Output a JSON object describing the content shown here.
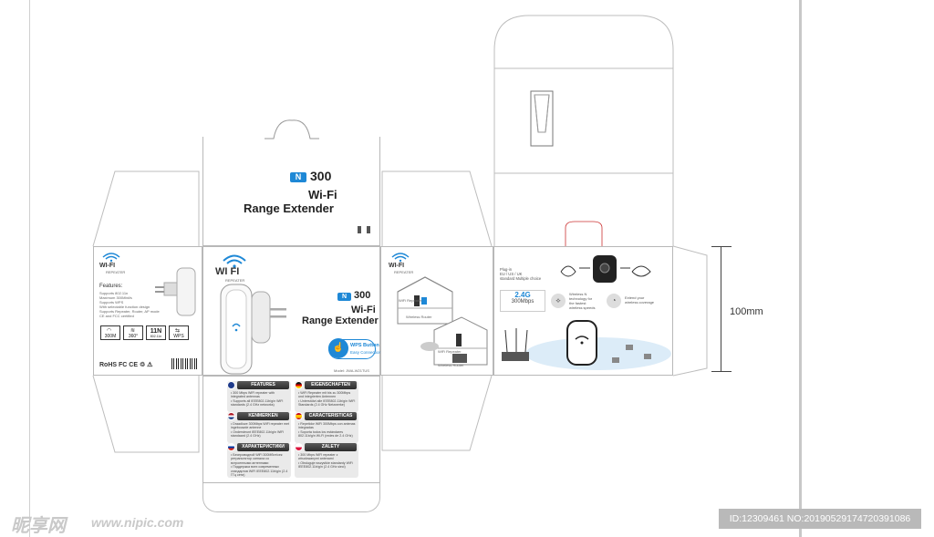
{
  "front": {
    "n_badge": "N",
    "model_number": "300",
    "title_line1": "Wi-Fi",
    "title_line2": "Range Extender"
  },
  "main_panel": {
    "logo_text": "WI FI",
    "logo_sub": "REPEATER",
    "n_badge": "N",
    "model_number": "300",
    "title_line1": "Wi-Fi",
    "title_line2": "Range Extender",
    "wps_title": "WPS Button",
    "wps_sub": "Easy Connection"
  },
  "left_side": {
    "logo_text": "WI-FI",
    "logo_sub": "REPEATER",
    "features_title": "Features:",
    "features": [
      "Supports 802.11n",
      "Maximum 300Mbit/s",
      "Supports WPS",
      "With selectable function design",
      "Supports Repeater, Router, AP mode",
      "CE and FCC certified"
    ],
    "stats": [
      {
        "value": "300M",
        "icon": "speed-icon"
      },
      {
        "value": "360°",
        "icon": "wifi-icon"
      },
      {
        "value": "11N",
        "sub": "802.11n"
      },
      {
        "value": "WPS",
        "icon": "wps-icon"
      }
    ],
    "certifications": "RoHS FC CE ♲ ⚠"
  },
  "bottom_flap": {
    "sections": [
      {
        "flag": "uk",
        "title": "FEATURES",
        "text": "• 300 Mbps WiFi repeater with integrated antennas\n• Supports all IEEE802.11b/g/n WiFi standards (2.4 GHz networks)"
      },
      {
        "flag": "de",
        "title": "EIGENSCHAFTEN",
        "text": "• WiFi Repeater mit bis zu 300Mbps und integrierten Antennen\n• Unterstützt alle IEEE802.11b/g/n WiFi Standards (2.4 GHz Netzwerke)"
      },
      {
        "flag": "nl",
        "title": "KENMERKEN",
        "text": "• Draadloze 300Mbps WiFi repeater met ingebouwde antenne\n• Ondersteunt IEEE802.11b/g/n WiFi standaard (2.4 GHz)"
      },
      {
        "flag": "es",
        "title": "CARACTERISTICAS",
        "text": "• Repetidor WiFi 300Mbps con antenas integradas\n• Soporta todos los estándares 802.11b/g/n Wi-Fi (redes de 2.4 GHz)"
      },
      {
        "flag": "ru",
        "title": "ХАРАКТЕРИСТИКИ",
        "text": "• Беспроводной WiFi 300Мбит/сек ретранслятор сигнала со встроенными антеннами\n• Поддержка всех современных стандартов WiFi IEEE802.11b/g/n (2.4 ГГц сети)"
      },
      {
        "flag": "pl",
        "title": "ZALETY",
        "text": "• 300 Mbps WiFi repeater z wbudowanymi antenami\n• Obsługuje wszystkie standardy WiFi IEEE802.11b/g/n (2.4 GHz sieci)"
      }
    ],
    "model_label": "Model: JWA-W21TUS"
  },
  "right_panel": {
    "logo_text": "WI-FI",
    "logo_sub": "REPEATER",
    "plug_text": "Plug-in\nEU / US / UK\nstandard Multiple choice",
    "speed_value": "2.4G",
    "speed_unit": "300Mbps",
    "tech_text": "Wireless N\ntechnology for\nthe fastest\nwireless speeds",
    "extend_text": "Extend your\nwireless coverage"
  },
  "house_labels": {
    "wifi_repeater": "WiFi Repeater",
    "wireless_router": "Wireless Router"
  },
  "dimension": {
    "label": "100mm"
  },
  "watermark": {
    "site_cn": "昵享网",
    "site_url": "www.nipic.com",
    "id_text": "ID:12309461 NO:20190529174720391086"
  },
  "colors": {
    "accent": "#1e88d6",
    "dark_pill": "#3a3a3a",
    "border": "#b8b8b8"
  }
}
